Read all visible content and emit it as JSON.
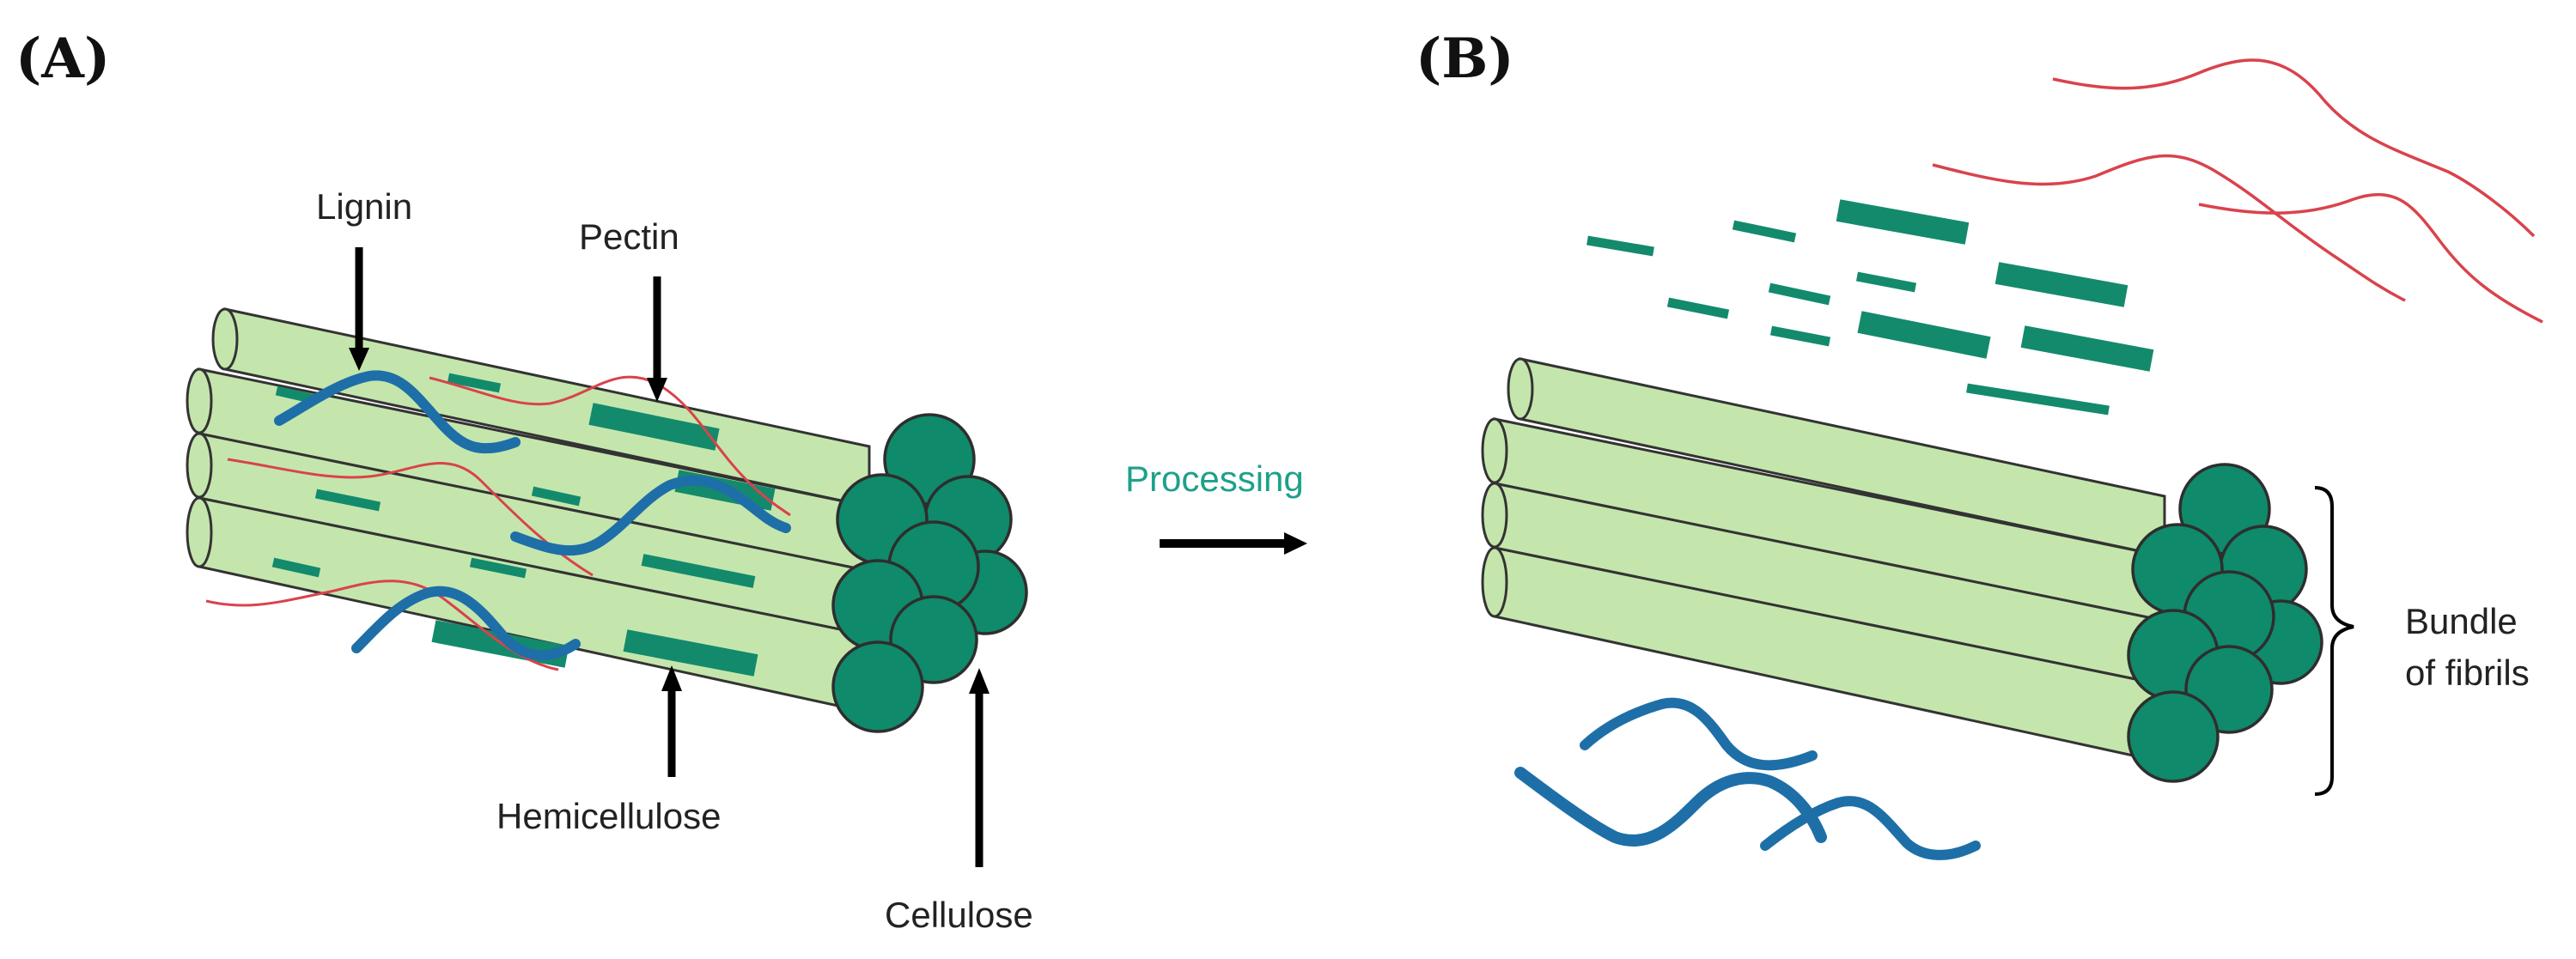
{
  "panels": {
    "a": "(A)",
    "b": "(B)"
  },
  "labels": {
    "lignin": "Lignin",
    "pectin": "Pectin",
    "hemicellulose": "Hemicellulose",
    "cellulose": "Cellulose",
    "processing": "Processing",
    "bundle_line1": "Bundle",
    "bundle_line2": "of fibrils"
  },
  "colors": {
    "fiber_body": "#c4e6ac",
    "fiber_end": "#0f8a6a",
    "hemicellulose": "#138a6c",
    "lignin": "#1e6fa8",
    "pectin": "#d9434c",
    "processing_text": "#1ea08a",
    "arrow": "#000000"
  }
}
